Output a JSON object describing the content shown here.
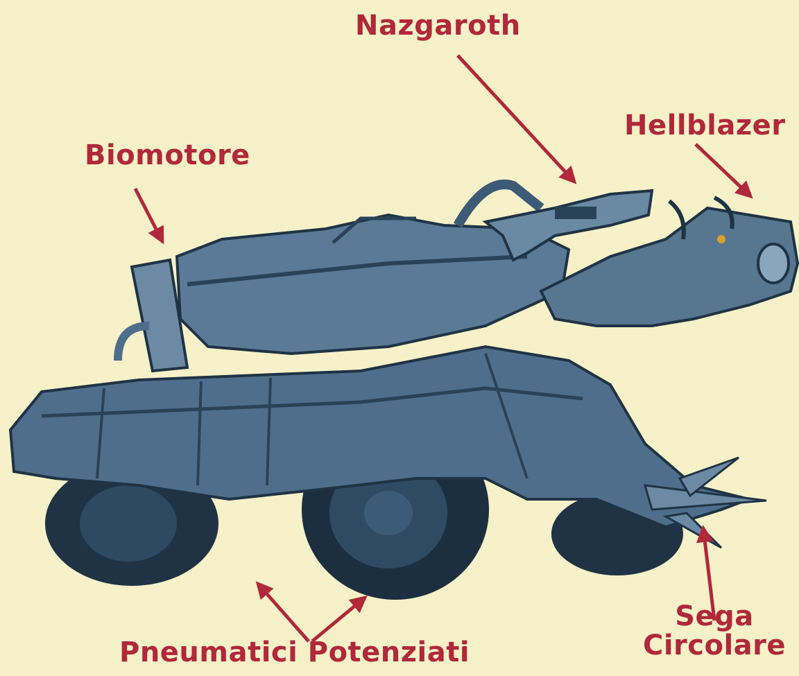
{
  "colors": {
    "background": "#f6f1c8",
    "label": "#b0283a",
    "vehicle_body": "#4f6e8c",
    "vehicle_dark": "#1f3344",
    "vehicle_light": "#7d9cb4"
  },
  "icons": [
    "arrow-icon",
    "vehicle-illustration"
  ],
  "labels": {
    "nazgaroth": "Nazgaroth",
    "hellblazer": "Hellblazer",
    "biomotore": "Biomotore",
    "sega_line1": "Sega",
    "sega_line2": "Circolare",
    "pneumatici": "Pneumatici Potenziati"
  }
}
